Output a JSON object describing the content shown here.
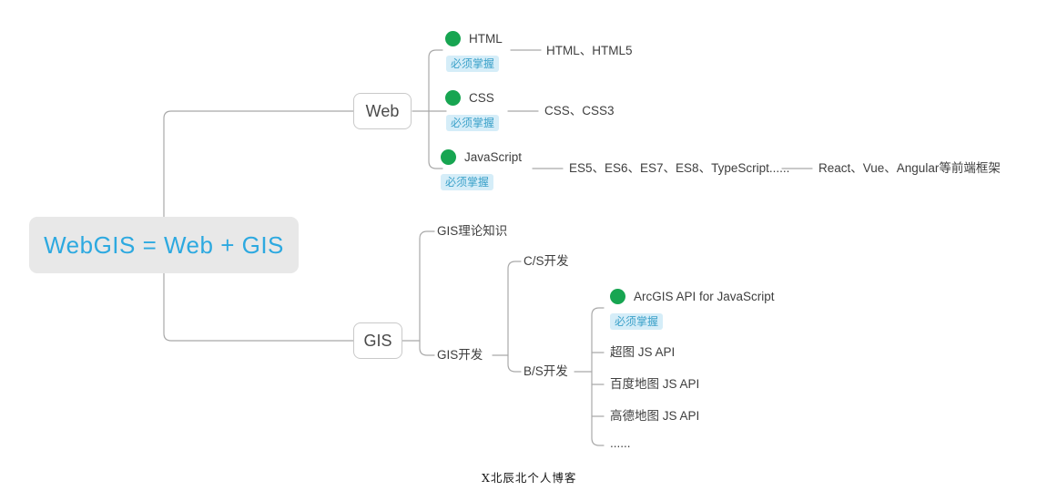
{
  "root": {
    "label": "WebGIS = Web + GIS"
  },
  "web_branch": {
    "label": "Web",
    "children": [
      {
        "label": "HTML",
        "badge": "必须掌握",
        "child": "HTML、HTML5"
      },
      {
        "label": "CSS",
        "badge": "必须掌握",
        "child": "CSS、CSS3"
      },
      {
        "label": "JavaScript",
        "badge": "必须掌握",
        "child": "ES5、ES6、ES7、ES8、TypeScript......",
        "grandchild": "React、Vue、Angular等前端框架"
      }
    ]
  },
  "gis_branch": {
    "label": "GIS",
    "children": [
      {
        "label": "GIS理论知识"
      },
      {
        "label": "GIS开发",
        "children": [
          {
            "label": "C/S开发"
          },
          {
            "label": "B/S开发",
            "children": [
              {
                "label": "ArcGIS API for JavaScript",
                "badge": "必须掌握"
              },
              {
                "label": "超图 JS API"
              },
              {
                "label": "百度地图 JS API"
              },
              {
                "label": "高德地图 JS API"
              },
              {
                "label": "......"
              }
            ]
          }
        ]
      }
    ]
  },
  "watermark": "X北辰北个人博客",
  "colors": {
    "root_text": "#2da9e0",
    "root_bg": "#e8e8e8",
    "marker_green": "#17a551",
    "badge_bg": "#d5edf8",
    "badge_text": "#3ba1c9",
    "connector": "#a9a9a9",
    "topic_text": "#3e3e3e"
  }
}
